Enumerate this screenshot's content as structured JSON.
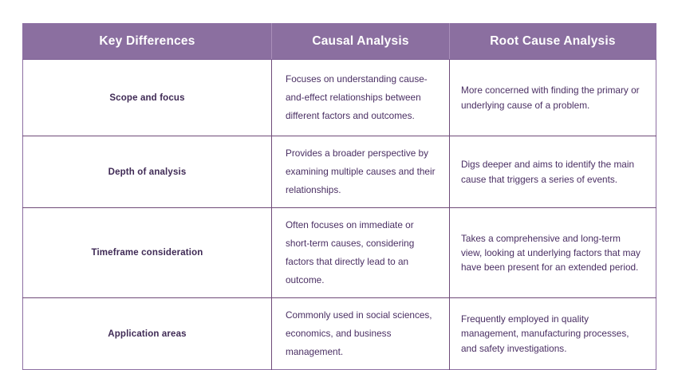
{
  "table": {
    "headers": [
      {
        "label": "Key Differences"
      },
      {
        "label": "Causal Analysis"
      },
      {
        "label": "Root Cause Analysis"
      }
    ],
    "rows": [
      {
        "key": "Scope and focus",
        "causal": "Focuses on understanding cause-and-effect relationships between different factors and outcomes.",
        "root_cause": "More concerned with finding the primary or underlying cause of a problem."
      },
      {
        "key": "Depth of analysis",
        "causal": "Provides a broader perspective by examining multiple causes and their relationships.",
        "root_cause": "Digs deeper and aims to identify the main cause that triggers a series of events."
      },
      {
        "key": "Timeframe consideration",
        "causal": "Often focuses on immediate or short-term causes, considering factors that directly lead to an outcome.",
        "root_cause": "Takes a comprehensive and long-term view, looking at underlying factors that may have been present for an extended period."
      },
      {
        "key": "Application areas",
        "causal": "Commonly used in social sciences, economics, and business management.",
        "root_cause": "Frequently employed in quality management, manufacturing processes, and safety investigations."
      }
    ]
  },
  "colors": {
    "header_background": "#8b6fa0",
    "header_text": "#ffffff",
    "body_text": "#4a2f63",
    "key_text": "#3f2a55",
    "border": "#6f4a78",
    "outer_border": "#8d6fa3",
    "page_background": "#ffffff"
  }
}
